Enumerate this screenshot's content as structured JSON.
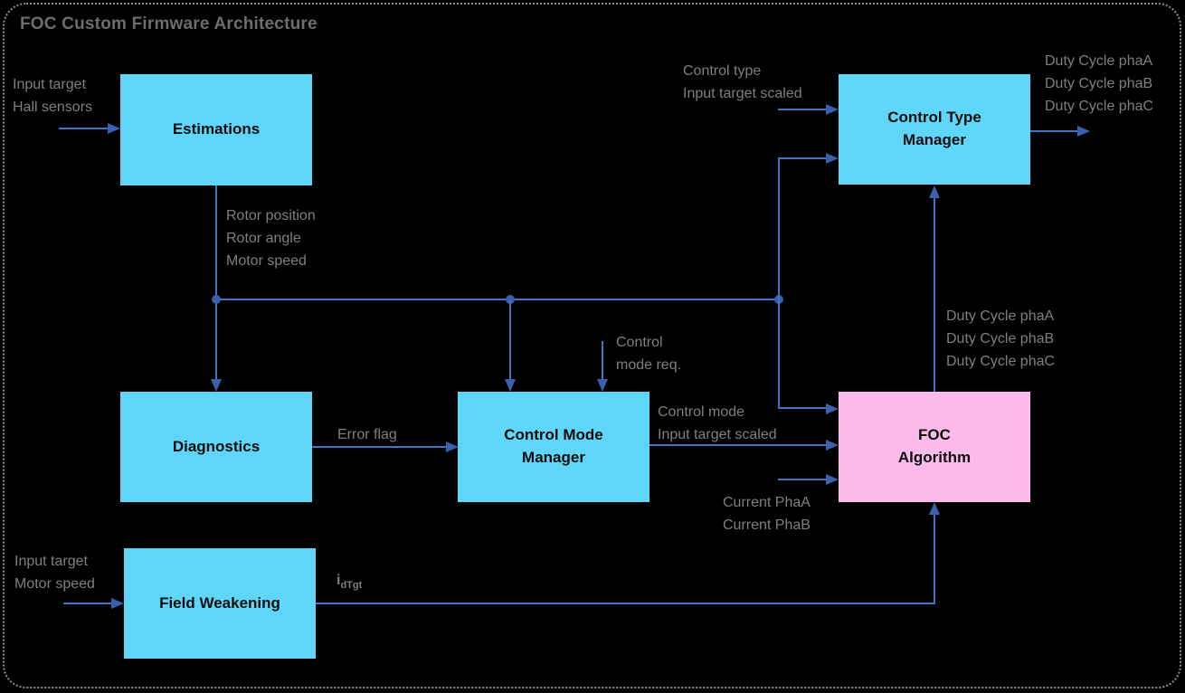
{
  "title": "FOC Custom Firmware Architecture",
  "colors": {
    "background": "#000000",
    "box_cyan": "#5fd6f8",
    "box_pink": "#fdbbec",
    "line": "#4472c4",
    "arrow": "#3a60ae",
    "label_gray": "#7f7f7f",
    "title_gray": "#6d6d6d",
    "border_dots": "#8f8f8f"
  },
  "blocks": {
    "estimations": {
      "label": "Estimations"
    },
    "control_type_manager": {
      "label": "Control Type\nManager"
    },
    "diagnostics": {
      "label": "Diagnostics"
    },
    "control_mode_manager": {
      "label": "Control Mode\nManager"
    },
    "foc_algorithm": {
      "label": "FOC\nAlgorithm"
    },
    "field_weakening": {
      "label": "Field Weakening"
    }
  },
  "signal_labels": {
    "estimations_inputs": "Input target\nHall sensors",
    "estimations_outputs": "Rotor position\nRotor angle\nMotor speed",
    "control_type_inputs": "Control type\nInput target scaled",
    "control_type_outputs": "Duty Cycle phaA\nDuty Cycle phaB\nDuty Cycle phaC",
    "control_mode_request": "Control\nmode req.",
    "error_flag": "Error flag",
    "control_mode_outputs": "Control mode\nInput target scaled",
    "foc_duty_outputs": "Duty Cycle phaA\nDuty Cycle phaB\nDuty Cycle phaC",
    "current_inputs": "Current PhaA\nCurrent PhaB",
    "field_weakening_inputs": "Input target\nMotor speed",
    "idtgt_base": "i",
    "idtgt_sub": "dTgt"
  },
  "edges": [
    {
      "from": "external",
      "to": "Estimations",
      "label": "Input target, Hall sensors"
    },
    {
      "from": "Estimations",
      "to": "Diagnostics",
      "label": "Rotor position, Rotor angle, Motor speed"
    },
    {
      "from": "Estimations",
      "to": "Control Mode Manager",
      "label": "Rotor position, Rotor angle, Motor speed"
    },
    {
      "from": "Estimations",
      "to": "Control Type Manager",
      "label": "Rotor position, Rotor angle, Motor speed"
    },
    {
      "from": "Estimations",
      "to": "FOC Algorithm",
      "label": "Rotor position, Rotor angle, Motor speed"
    },
    {
      "from": "external",
      "to": "Control Type Manager",
      "label": "Control type, Input target scaled"
    },
    {
      "from": "Control Type Manager",
      "to": "external",
      "label": "Duty Cycle phaA, Duty Cycle phaB, Duty Cycle phaC"
    },
    {
      "from": "external",
      "to": "Control Mode Manager",
      "label": "Control mode req."
    },
    {
      "from": "Diagnostics",
      "to": "Control Mode Manager",
      "label": "Error flag"
    },
    {
      "from": "Control Mode Manager",
      "to": "FOC Algorithm",
      "label": "Control mode, Input target scaled"
    },
    {
      "from": "external",
      "to": "FOC Algorithm",
      "label": "Current PhaA, Current PhaB"
    },
    {
      "from": "FOC Algorithm",
      "to": "Control Type Manager",
      "label": "Duty Cycle phaA, Duty Cycle phaB, Duty Cycle phaC"
    },
    {
      "from": "external",
      "to": "Field Weakening",
      "label": "Input target, Motor speed"
    },
    {
      "from": "Field Weakening",
      "to": "FOC Algorithm",
      "label": "idTgt"
    }
  ]
}
